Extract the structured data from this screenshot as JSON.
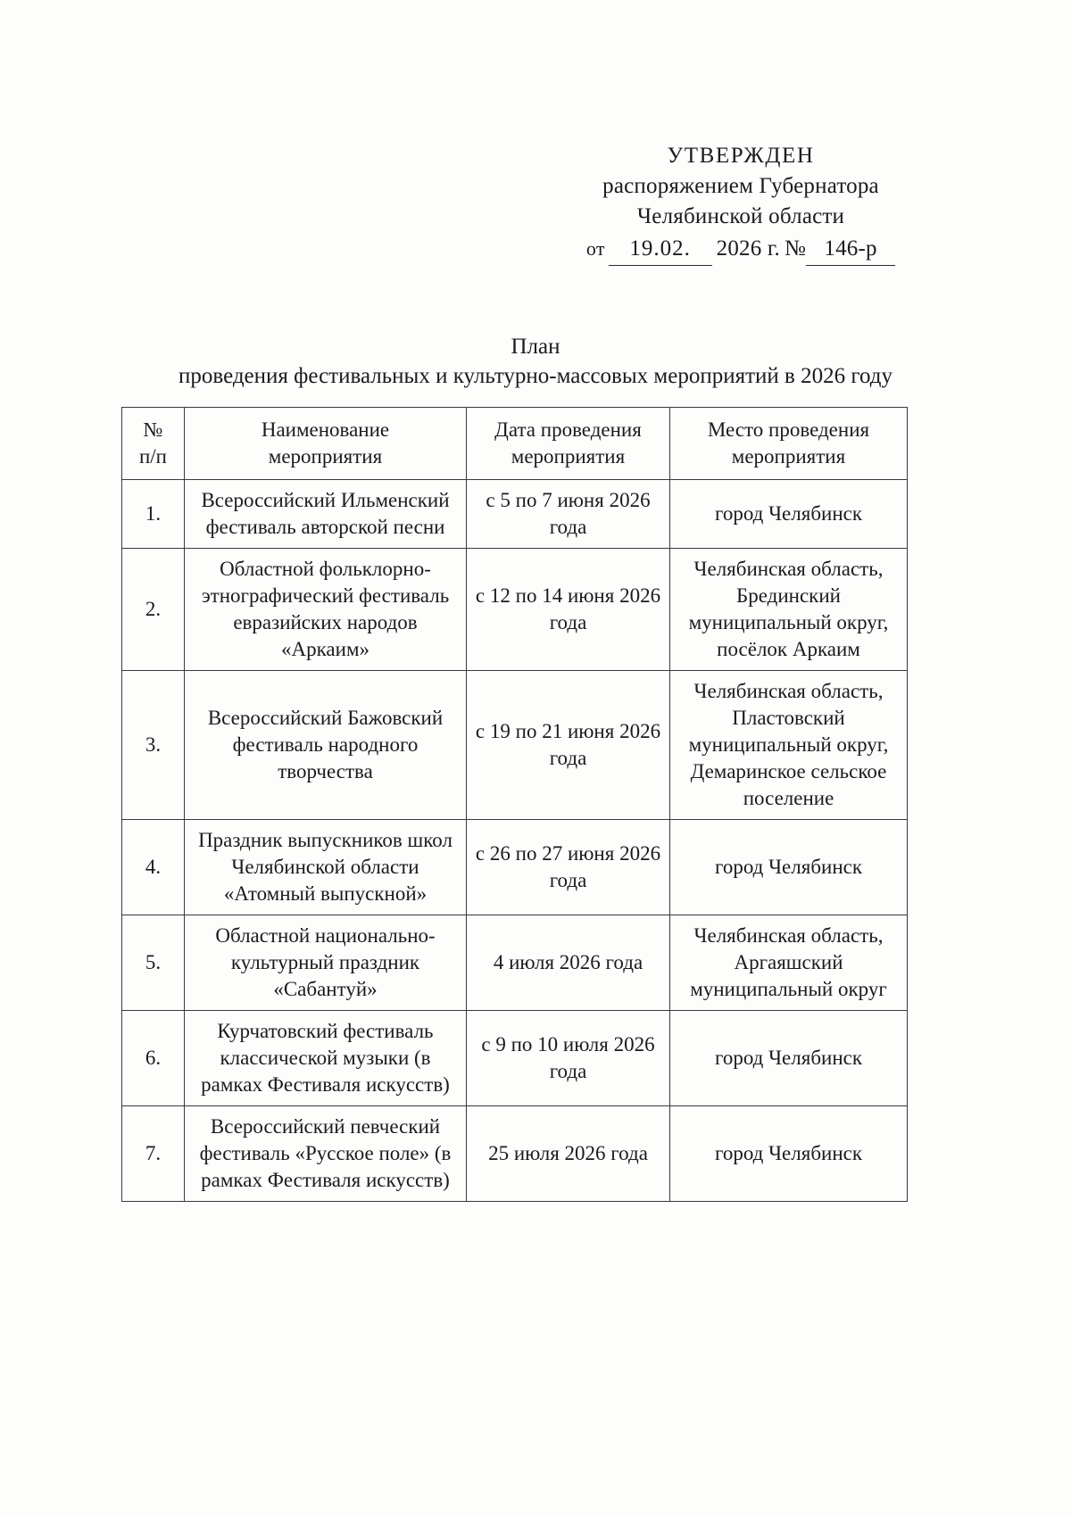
{
  "approval": {
    "title": "УТВЕРЖДЕН",
    "line2": "распоряжением Губернатора",
    "line3": "Челябинской области",
    "date_prefix": "от",
    "date_day": "19.02.",
    "date_year": "2026 г.",
    "number_symbol": "№",
    "number_value": "146-р"
  },
  "document": {
    "title": "План",
    "subtitle": "проведения фестивальных и культурно-массовых мероприятий в 2026 году"
  },
  "table": {
    "headers": [
      {
        "line1": "№",
        "line2": "п/п"
      },
      {
        "line1": "Наименование",
        "line2": "мероприятия"
      },
      {
        "line1": "Дата проведения",
        "line2": "мероприятия"
      },
      {
        "line1": "Место проведения",
        "line2": "мероприятия"
      }
    ],
    "rows": [
      {
        "num": "1.",
        "name": "Всероссийский Ильменский фестиваль авторской песни",
        "date": "с 5 по 7 июня 2026 года",
        "place": "город Челябинск"
      },
      {
        "num": "2.",
        "name": "Областной фольклорно-этнографический фестиваль евразийских народов «Аркаим»",
        "date": "с 12 по 14 июня 2026 года",
        "place": "Челябинская область, Брединский муниципальный округ, посёлок Аркаим"
      },
      {
        "num": "3.",
        "name": "Всероссийский Бажовский фестиваль народного творчества",
        "date": "с 19 по 21 июня 2026 года",
        "place": "Челябинская область, Пластовский муниципальный округ, Демаринское сельское поселение"
      },
      {
        "num": "4.",
        "name": "Праздник выпускников школ Челябинской области «Атомный выпускной»",
        "date": "с 26 по 27 июня 2026 года",
        "place": "город Челябинск"
      },
      {
        "num": "5.",
        "name": "Областной национально-культурный праздник «Сабантуй»",
        "date": "4 июля 2026 года",
        "place": "Челябинская область, Аргаяшский муниципальный округ"
      },
      {
        "num": "6.",
        "name": "Курчатовский фестиваль классической музыки (в рамках Фестиваля искусств)",
        "date": "с 9 по 10 июля 2026 года",
        "place": "город Челябинск"
      },
      {
        "num": "7.",
        "name": "Всероссийский певческий фестиваль «Русское поле» (в рамках Фестиваля искусств)",
        "date": "25 июля 2026 года",
        "place": "город Челябинск"
      }
    ]
  }
}
